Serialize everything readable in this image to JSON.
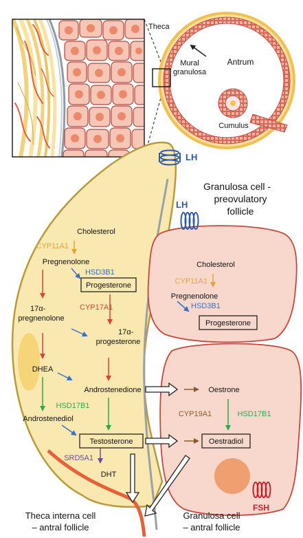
{
  "inset": {
    "theca": "Theca",
    "mural_granulosa_1": "Mural",
    "mural_granulosa_2": "granulosa",
    "antrum": "Antrum",
    "cumulus": "Cumulus"
  },
  "receptors": {
    "lh_top": "LH",
    "lh_granulosa": "LH",
    "fsh": "FSH"
  },
  "granulosa_preov": {
    "title_1": "Granulosa cell -",
    "title_2": "preovulatory",
    "title_3": "follicle",
    "cholesterol": "Cholesterol",
    "cyp11a1": "CYP11A1",
    "pregnenolone": "Pregnenolone",
    "hsd3b1": "HSD3B1",
    "progesterone": "Progesterone"
  },
  "theca": {
    "cholesterol": "Cholesterol",
    "cyp11a1": "CYP11A1",
    "pregnenolone": "Pregnenolone",
    "hsd3b1": "HSD3B1",
    "progesterone": "Progesterone",
    "hydroxypreg_1": "17α-",
    "hydroxypreg_2": "pregnenolone",
    "cyp17a1": "CYP17A1",
    "hydroxyprog_1": "17α-",
    "hydroxyprog_2": "progesterone",
    "dhea": "DHEA",
    "androstenedione": "Androstenedione",
    "hsd17b1": "HSD17B1",
    "androstenediol": "Androstenediol",
    "testosterone": "Testosterone",
    "srd5a1": "SRD5A1",
    "dht": "DHT",
    "label_1": "Theca interna cell",
    "label_2": "– antral follicle"
  },
  "granulosa_antral": {
    "oestrone": "Oestrone",
    "cyp19a1": "CYP19A1",
    "hsd17b1": "HSD17B1",
    "oestradiol": "Oestradiol",
    "label_1": "Granulosa cell",
    "label_2": "– antral follicle"
  },
  "colors": {
    "cyp11a1": "#e8a23a",
    "hsd3b1": "#3a6fc4",
    "cyp17a1": "#d8423a",
    "hsd17b1": "#2ea84a",
    "srd5a1": "#6b4c9a",
    "cyp19a1": "#8a5a2a",
    "receptor_lh": "#2d5aa8",
    "receptor_fsh": "#c8202a",
    "theca_fill": "#f9e8b0",
    "granulosa_fill": "#f8d8cc"
  }
}
